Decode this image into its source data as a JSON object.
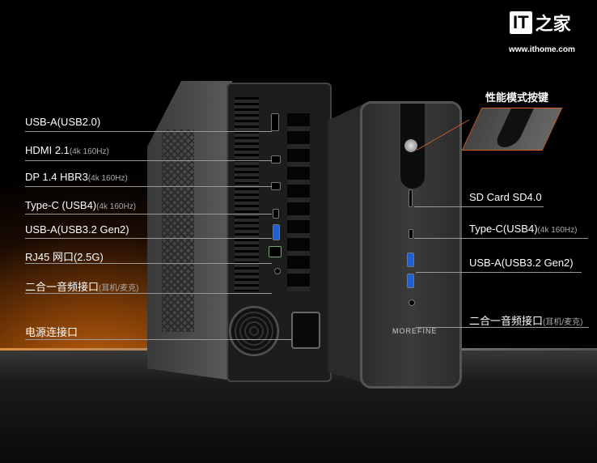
{
  "logo": {
    "it": "IT",
    "zh": "之家",
    "url": "www.ithome.com"
  },
  "left_labels": [
    {
      "main": "USB-A(USB2.0)",
      "sub": ""
    },
    {
      "main": "HDMI 2.1",
      "sub": "(4k 160Hz)"
    },
    {
      "main": "DP 1.4 HBR3",
      "sub": "(4k 160Hz)"
    },
    {
      "main": "Type-C (USB4)",
      "sub": "(4k 160Hz)"
    },
    {
      "main": "USB-A(USB3.2 Gen2)",
      "sub": ""
    },
    {
      "main": "RJ45 网口(2.5G)",
      "sub": ""
    },
    {
      "main": "二合一音频接口",
      "sub": "(耳机/麦克)"
    },
    {
      "main": "电源连接口",
      "sub": ""
    }
  ],
  "right_labels": [
    {
      "main": "性能模式按键",
      "sub": ""
    },
    {
      "main": "SD Card SD4.0",
      "sub": ""
    },
    {
      "main": "Type-C(USB4)",
      "sub": "(4k 160Hz)"
    },
    {
      "main": "USB-A(USB3.2 Gen2)",
      "sub": ""
    },
    {
      "main": "二合一音频接口",
      "sub": "(耳机/麦克)"
    }
  ],
  "brand": "MOREFINE",
  "colors": {
    "accent": "#d0602a",
    "glow": "#c9660e"
  }
}
